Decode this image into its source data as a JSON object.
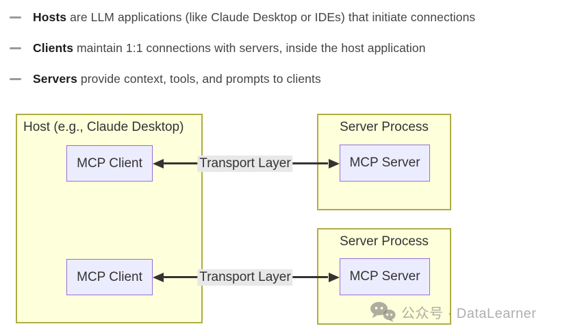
{
  "bullets": [
    {
      "term": "Hosts",
      "rest": " are LLM applications (like Claude Desktop or IDEs) that initiate connections"
    },
    {
      "term": "Clients",
      "rest": " maintain 1:1 connections with servers, inside the host application"
    },
    {
      "term": "Servers",
      "rest": " provide context, tools, and prompts to clients"
    }
  ],
  "diagram": {
    "host": {
      "label": "Host (e.g., Claude Desktop)",
      "clients": [
        "MCP Client",
        "MCP Client"
      ]
    },
    "server_processes": [
      {
        "label": "Server Process",
        "server": "MCP Server"
      },
      {
        "label": "Server Process",
        "server": "MCP Server"
      }
    ],
    "edges": [
      {
        "label": "Transport Layer"
      },
      {
        "label": "Transport Layer"
      }
    ],
    "colors": {
      "container_fill": "#feffdb",
      "container_border": "#adad44",
      "node_fill": "#ececff",
      "node_border": "#9370db",
      "edge": "#333333",
      "edge_label_bg": "#e8e8e8",
      "watermark_gray": "#7d7d7d"
    }
  },
  "watermark": {
    "icon": "wechat-icon",
    "text": "公众号 · DataLearner"
  }
}
